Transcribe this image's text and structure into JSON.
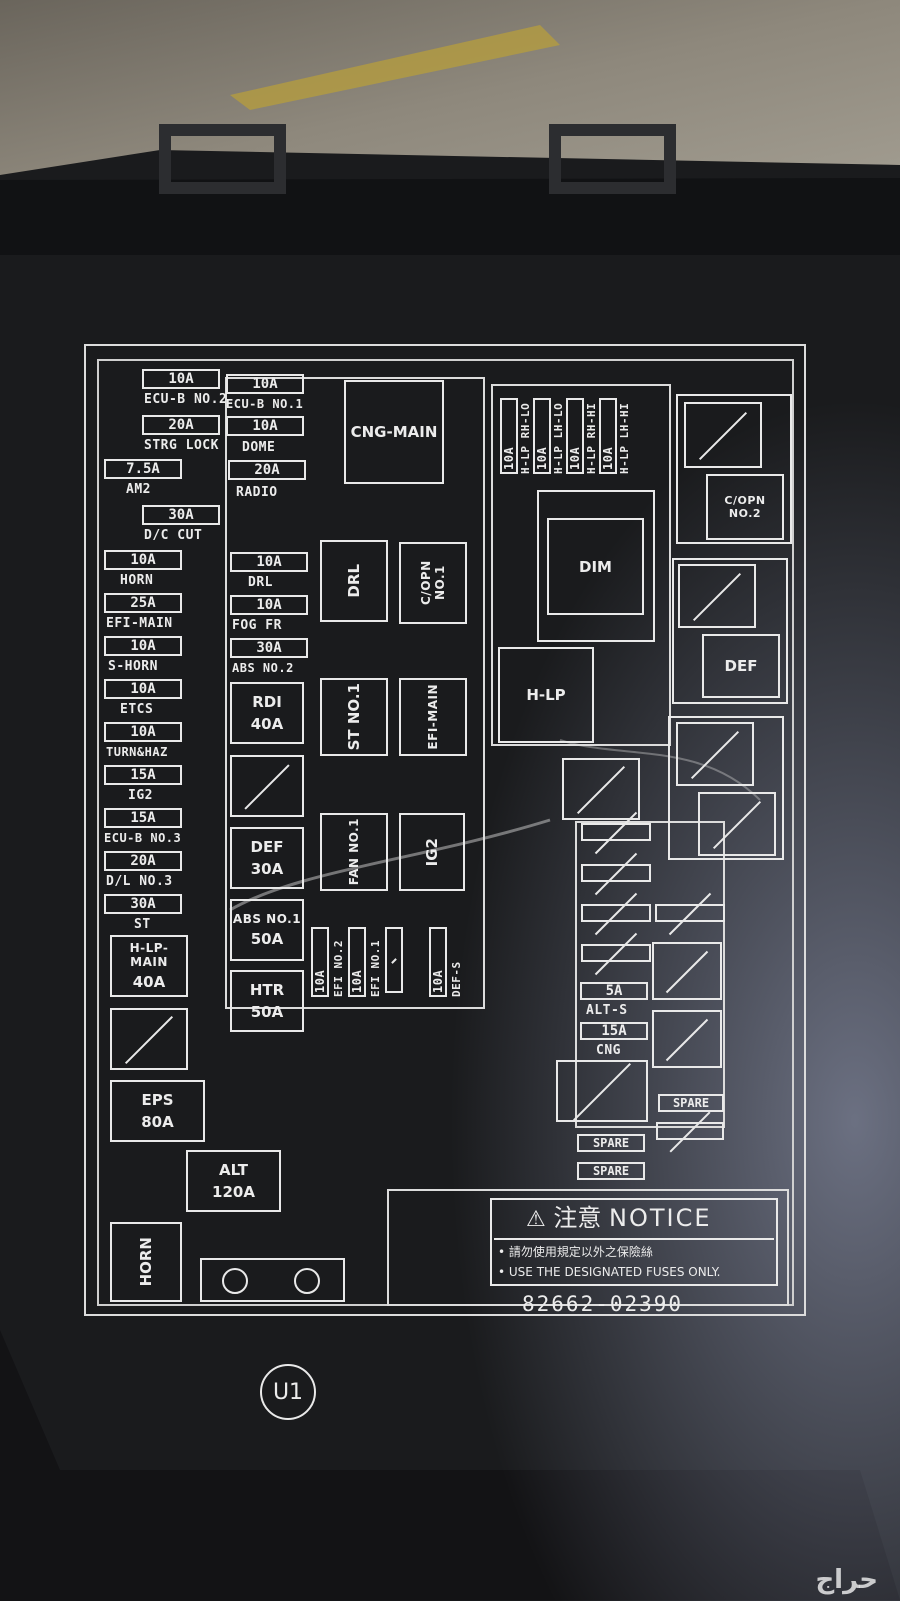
{
  "colors": {
    "ground": "#7d776c",
    "plastic": "#1a1b1d",
    "print": "#ececec"
  },
  "left_fuses": [
    {
      "amps": "10A",
      "label": "ECU-B NO.2"
    },
    {
      "amps": "20A",
      "label": "STRG LOCK"
    },
    {
      "amps": "7.5A",
      "label": "AM2"
    },
    {
      "amps": "30A",
      "label": "D/C CUT"
    },
    {
      "amps": "10A",
      "label": "HORN"
    },
    {
      "amps": "25A",
      "label": "EFI-MAIN"
    },
    {
      "amps": "10A",
      "label": "S-HORN"
    },
    {
      "amps": "10A",
      "label": "ETCS"
    },
    {
      "amps": "10A",
      "label": "TURN&HAZ"
    },
    {
      "amps": "15A",
      "label": "IG2"
    },
    {
      "amps": "15A",
      "label": "ECU-B NO.3"
    },
    {
      "amps": "20A",
      "label": "D/L NO.3"
    },
    {
      "amps": "30A",
      "label": "ST"
    }
  ],
  "mid_fuses": [
    {
      "amps": "10A",
      "label": "ECU-B NO.1"
    },
    {
      "amps": "10A",
      "label": "DOME"
    },
    {
      "amps": "20A",
      "label": "RADIO"
    },
    {
      "amps": "10A",
      "label": "DRL"
    },
    {
      "amps": "10A",
      "label": "FOG FR"
    },
    {
      "amps": "30A",
      "label": "ABS NO.2"
    }
  ],
  "big_fuses": {
    "hlp_main": {
      "label": "H-LP-MAIN",
      "amps": "40A"
    },
    "rdi": {
      "label": "RDI",
      "amps": "40A"
    },
    "def": {
      "label": "DEF",
      "amps": "30A"
    },
    "abs1": {
      "label": "ABS NO.1",
      "amps": "50A"
    },
    "htr": {
      "label": "HTR",
      "amps": "50A"
    },
    "eps": {
      "label": "EPS",
      "amps": "80A"
    },
    "alt": {
      "label": "ALT",
      "amps": "120A"
    }
  },
  "relays": {
    "cng_main": "CNG-MAIN",
    "drl": "DRL",
    "copn1": "C/OPN NO.1",
    "st1": "ST NO.1",
    "efi_main": "EFI-MAIN",
    "fan1": "FAN NO.1",
    "ig2": "IG2",
    "dim": "DIM",
    "hlp": "H-LP",
    "copn2": "C/OPN NO.2",
    "def": "DEF",
    "horn": "HORN"
  },
  "small_vertical": [
    {
      "amps": "10A",
      "label": "EFI NO.2"
    },
    {
      "amps": "10A",
      "label": "EFI NO.1"
    },
    {
      "amps": "10A",
      "label": "DEF-S"
    }
  ],
  "hlp_fuses": [
    {
      "amps": "10A",
      "label": "H-LP RH-LO"
    },
    {
      "amps": "10A",
      "label": "H-LP LH-LO"
    },
    {
      "amps": "10A",
      "label": "H-LP RH-HI"
    },
    {
      "amps": "10A",
      "label": "H-LP LH-HI"
    }
  ],
  "right_fuses": [
    {
      "amps": "5A",
      "label": "ALT-S"
    },
    {
      "amps": "15A",
      "label": "CNG"
    }
  ],
  "spares": [
    "SPARE",
    "SPARE",
    "SPARE"
  ],
  "notice": {
    "title_cjk": "注意",
    "title": "NOTICE",
    "line1": "• 請勿使用規定以外之保險絲",
    "line2": "• USE THE DESIGNATED FUSES ONLY."
  },
  "part_number": "82662-02390",
  "mold_mark": "U1",
  "watermark": "حراج"
}
